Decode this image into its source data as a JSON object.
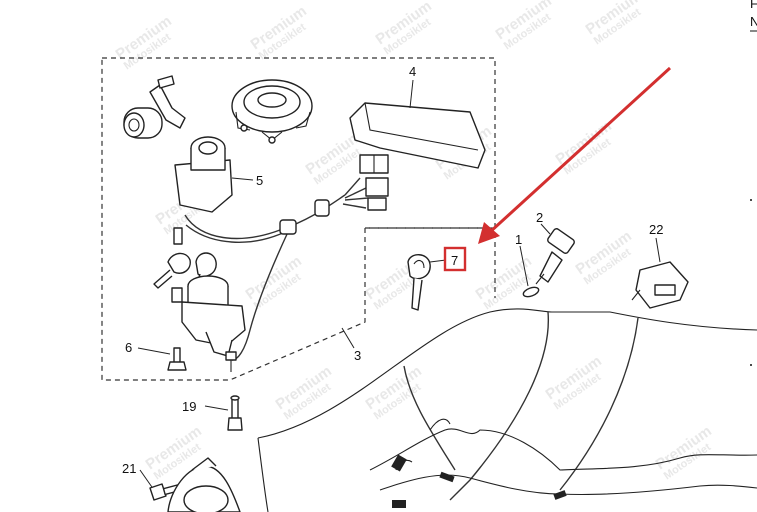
{
  "watermark": {
    "line1": "Premium",
    "line2": "Motosiklet"
  },
  "callouts": {
    "c1": "1",
    "c2": "2",
    "c3": "3",
    "c4": "4",
    "c5": "5",
    "c6": "6",
    "c7": "7",
    "c19": "19",
    "c21": "21",
    "c22": "22"
  },
  "highlight": {
    "part": "7",
    "color": "#d32f2f"
  },
  "edge_text": {
    "top_letter_1": "F",
    "top_letter_2": "N"
  }
}
